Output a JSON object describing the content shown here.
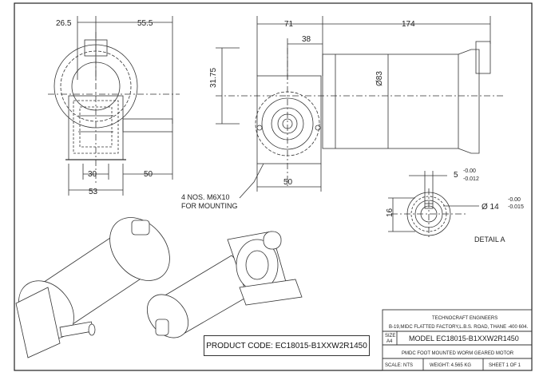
{
  "dimensions": {
    "front_left": "26.5",
    "front_right": "55.5",
    "front_bottom_inner": "30",
    "front_bottom_outer": "53",
    "front_shaft": "50",
    "side_top_left": "71",
    "side_top_right": "174",
    "side_offset": "38",
    "side_height": "31.75",
    "side_diameter": "Ø83",
    "side_bottom": "50",
    "key_width": "5",
    "key_width_tol_upper": "-0.00",
    "key_width_tol_lower": "-0.012",
    "shaft_diameter": "Ø 14",
    "shaft_tol_upper": "-0.00",
    "shaft_tol_lower": "-0.015",
    "key_height": "16"
  },
  "notes": {
    "mounting_line1": "4 NOS. M6X10",
    "mounting_line2": "FOR MOUNTING",
    "detail": "DETAIL A"
  },
  "product_code": "PRODUCT CODE: EC18015-B1XXW2R1450",
  "title_block": {
    "company": "TECHNOCRAFT ENGINEERS",
    "address": "B-19,MIDC FLATTED FACTORY,L.B.S. ROAD, THANE -400 604.",
    "size_label": "SIZE",
    "size_value": "A4",
    "model": "MODEL EC18015-B1XXW2R1450",
    "description": "PMDC FOOT MOUNTED WORM GEARED MOTOR",
    "scale": "SCALE: NTS",
    "weight": "WEIGHT: 4.565 KG",
    "sheet": "SHEET 1 OF 1"
  }
}
